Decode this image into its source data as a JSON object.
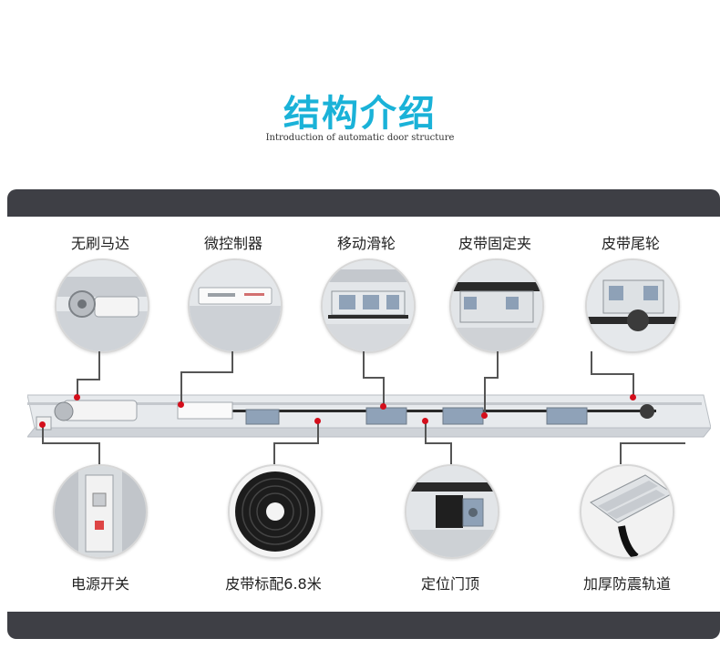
{
  "header": {
    "title": "结构介绍",
    "subtitle": "Introduction of automatic door structure"
  },
  "components_top": [
    {
      "label": "无刷马达",
      "icon": "motor-icon"
    },
    {
      "label": "微控制器",
      "icon": "controller-icon"
    },
    {
      "label": "移动滑轮",
      "icon": "pulley-icon"
    },
    {
      "label": "皮带固定夹",
      "icon": "belt-clamp-icon"
    },
    {
      "label": "皮带尾轮",
      "icon": "tail-wheel-icon"
    }
  ],
  "components_bottom": [
    {
      "label": "电源开关",
      "icon": "power-switch-icon"
    },
    {
      "label": "皮带标配6.8米",
      "icon": "belt-roll-icon"
    },
    {
      "label": "定位门顶",
      "icon": "door-stop-icon"
    },
    {
      "label": "加厚防震轨道",
      "icon": "track-icon"
    }
  ],
  "colors": {
    "title": "#1ab2d8",
    "band": "#3e3f45",
    "marker": "#d40e1b",
    "connector": "#555555"
  }
}
